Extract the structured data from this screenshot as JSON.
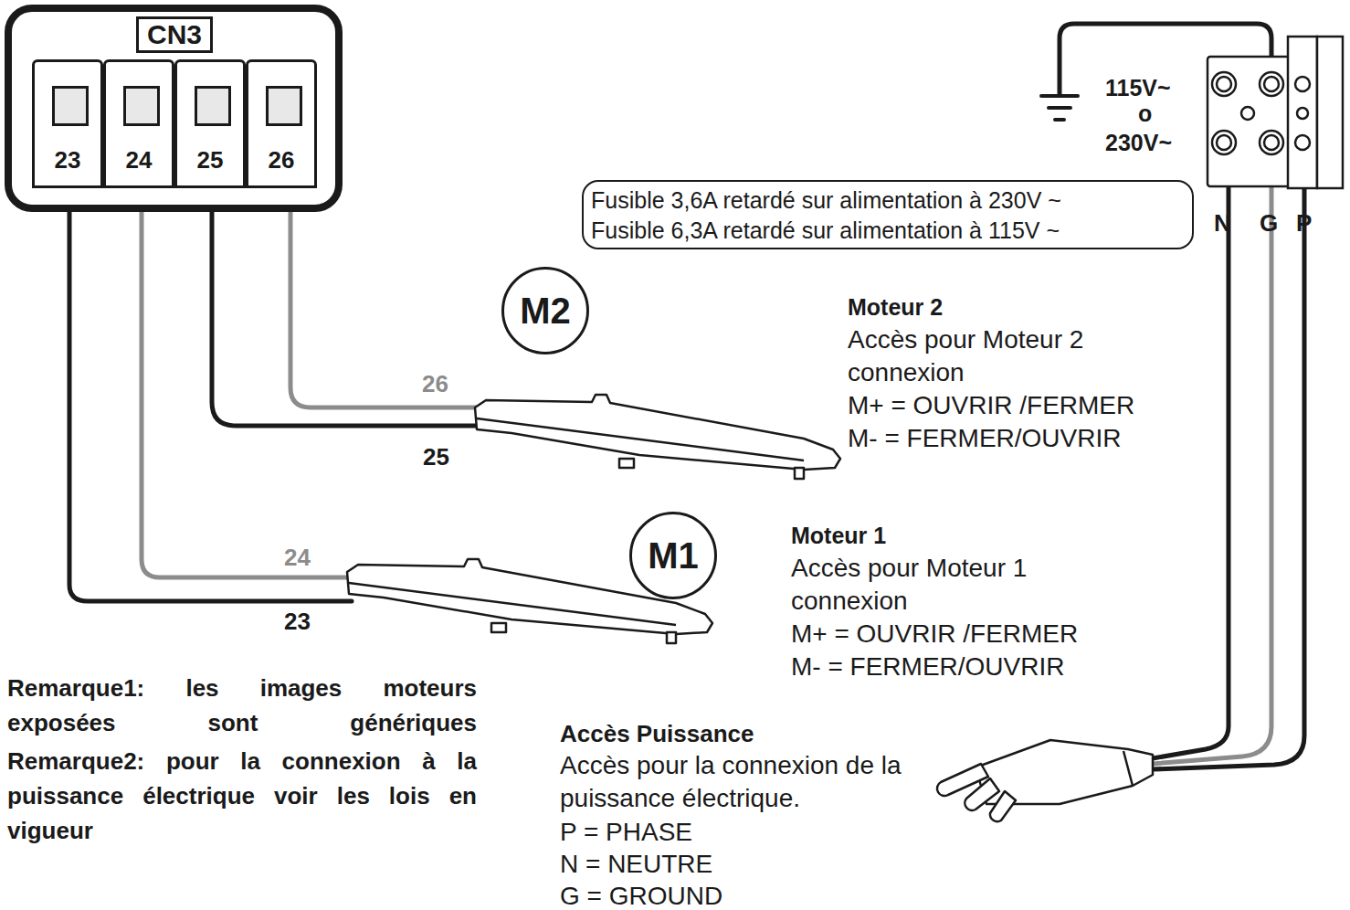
{
  "diagram": {
    "nodes": [
      {
        "text": [
          "CN3"
        ]
      },
      {
        "text": [
          "23"
        ],
        "in": 0
      },
      {
        "text": [
          "24"
        ],
        "in": 0
      },
      {
        "text": [
          "25"
        ],
        "in": 0
      },
      {
        "text": [
          "26"
        ],
        "in": 0
      },
      {
        "text": [
          "Fusible 3,6A retardé sur alimentation à 230V ~",
          "Fusible 6,3A retardé sur alimentation à 115V ~"
        ]
      },
      {
        "text": [
          "M2"
        ]
      },
      {
        "text": [
          "M1"
        ]
      }
    ],
    "labels": [
      "26",
      "25",
      "24",
      "23",
      "Moteur 2",
      "Accès pour Moteur 2 connexion",
      "M+ = OUVRIR /FERMER",
      "M- = FERMER/OUVRIR",
      "Moteur 1",
      "Accès pour Moteur 1 connexion",
      "M+ = OUVRIR /FERMER",
      "M- = FERMER/OUVRIR",
      "115V~",
      "o",
      "230V~",
      "N",
      "G",
      "P",
      "Remarque1: les images moteurs exposées sont génériques",
      "Remarque2: pour la connexion à la puissance électrique voir les lois en vigueur",
      "Accès Puissance",
      "Accès pour la connexion de la puissance électrique.",
      "P = PHASE",
      "N = NEUTRE",
      "G = GROUND"
    ]
  }
}
